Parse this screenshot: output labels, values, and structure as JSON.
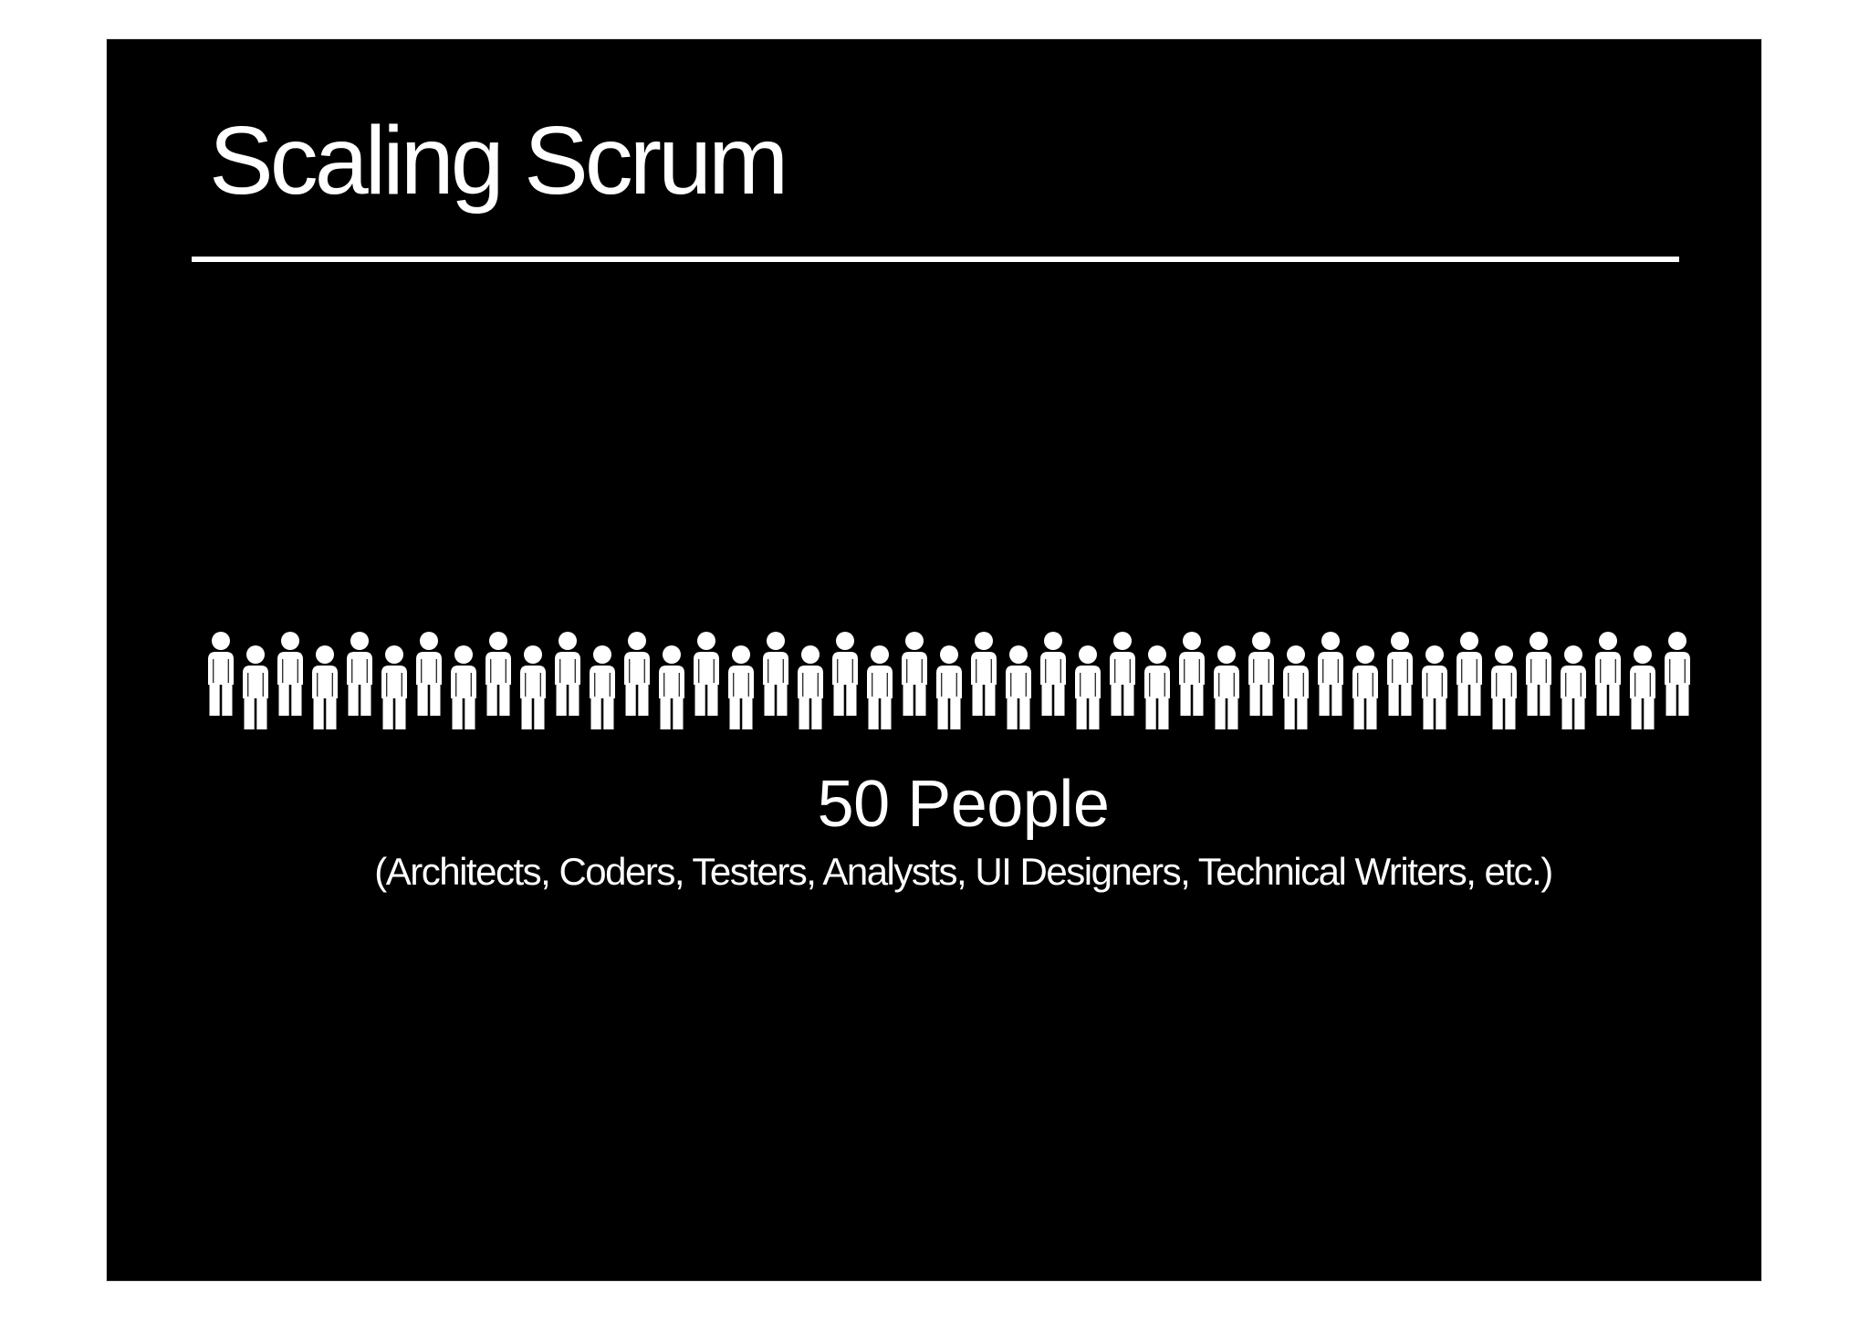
{
  "slide": {
    "title": "Scaling Scrum",
    "people_row": {
      "icon": "person-icon",
      "count": 43,
      "arrangement": "staggered-alternating"
    },
    "caption": {
      "headline": "50 People",
      "detail": "(Architects, Coders, Testers, Analysts, UI Designers, Technical Writers, etc.)"
    },
    "colors": {
      "page_background": "#ffffff",
      "slide_background": "#000000",
      "text": "#ffffff",
      "divider": "#ffffff",
      "icon": "#ffffff"
    }
  }
}
